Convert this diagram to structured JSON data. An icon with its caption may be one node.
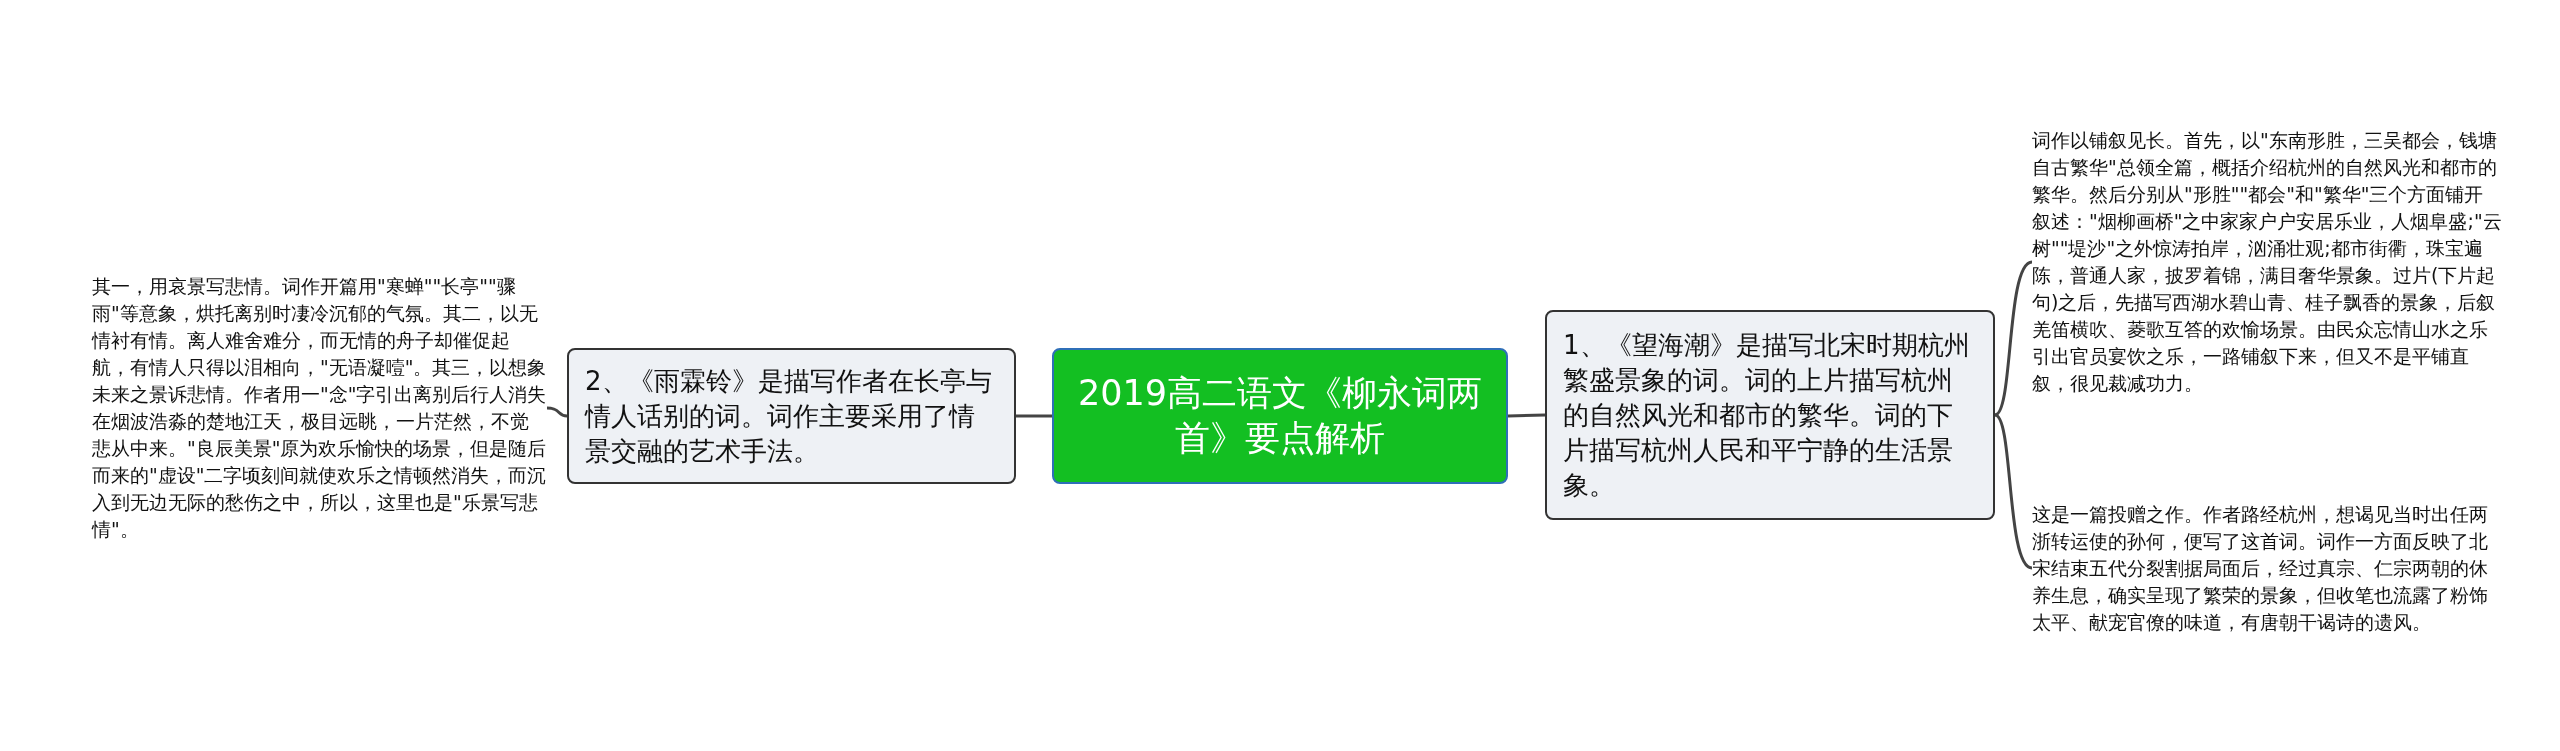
{
  "diagram": {
    "nodes": [
      {
        "text": [
          "2019高二语文《柳永词两首》要点解析"
        ]
      },
      {
        "text": [
          "1、《望海潮》是描写北宋时期杭州繁盛景象的词。词的上片描写杭州的自然风光和都市的繁华。词的下片描写杭州人民和平宁静的生活景象。"
        ]
      },
      {
        "text": [
          "词作以铺叙见长。首先，以\"东南形胜，三吴都会，钱塘自古繁华\"总领全篇，概括介绍杭州的自然风光和都市的繁华。然后分别从\"形胜\"\"都会\"和\"繁华\"三个方面铺开叙述：\"烟柳画桥\"之中家家户户安居乐业，人烟阜盛;\"云树\"\"堤沙\"之外惊涛拍岸，汹涌壮观;都市街衢，珠宝遍陈，普通人家，披罗着锦，满目奢华景象。过片(下片起句)之后，先描写西湖水碧山青、桂子飘香的景象，后叙羌笛横吹、菱歌互答的欢愉场景。由民众忘情山水之乐引出官员宴饮之乐，一路铺叙下来，但又不是平铺直叙，很见裁减功力。"
        ]
      },
      {
        "text": [
          "这是一篇投赠之作。作者路经杭州，想谒见当时出任两浙转运使的孙何，便写了这首词。词作一方面反映了北宋结束五代分裂割据局面后，经过真宗、仁宗两朝的休养生息，确实呈现了繁荣的景象，但收笔也流露了粉饰太平、献宠官僚的味道，有唐朝干谒诗的遗风。"
        ]
      },
      {
        "text": [
          "2、《雨霖铃》是描写作者在长亭与情人话别的词。词作主要采用了情景交融的艺术手法。"
        ]
      },
      {
        "text": [
          "其一，用哀景写悲情。词作开篇用\"寒蝉\"\"长亭\"\"骤雨\"等意象，烘托离别时凄冷沉郁的气氛。其二，以无情衬有情。离人难舍难分，而无情的舟子却催促起航，有情人只得以泪相向，\"无语凝噎\"。其三，以想象未来之景诉悲情。作者用一\"念\"字引出离别后行人消失在烟波浩淼的楚地江天，极目远眺，一片茫然，不觉悲从中来。\"良辰美景\"原为欢乐愉快的场景，但是随后而来的\"虚设\"二字顷刻间就使欢乐之情顿然消失，而沉入到无边无际的愁伤之中，所以，这里也是\"乐景写悲情\"。"
        ]
      }
    ],
    "edges": [
      {
        "from": 0,
        "to": 1,
        "arrow": "none"
      },
      {
        "from": 1,
        "to": 2,
        "arrow": "none"
      },
      {
        "from": 1,
        "to": 3,
        "arrow": "none"
      },
      {
        "from": 0,
        "to": 4,
        "arrow": "none"
      },
      {
        "from": 4,
        "to": 5,
        "arrow": "none"
      }
    ]
  }
}
